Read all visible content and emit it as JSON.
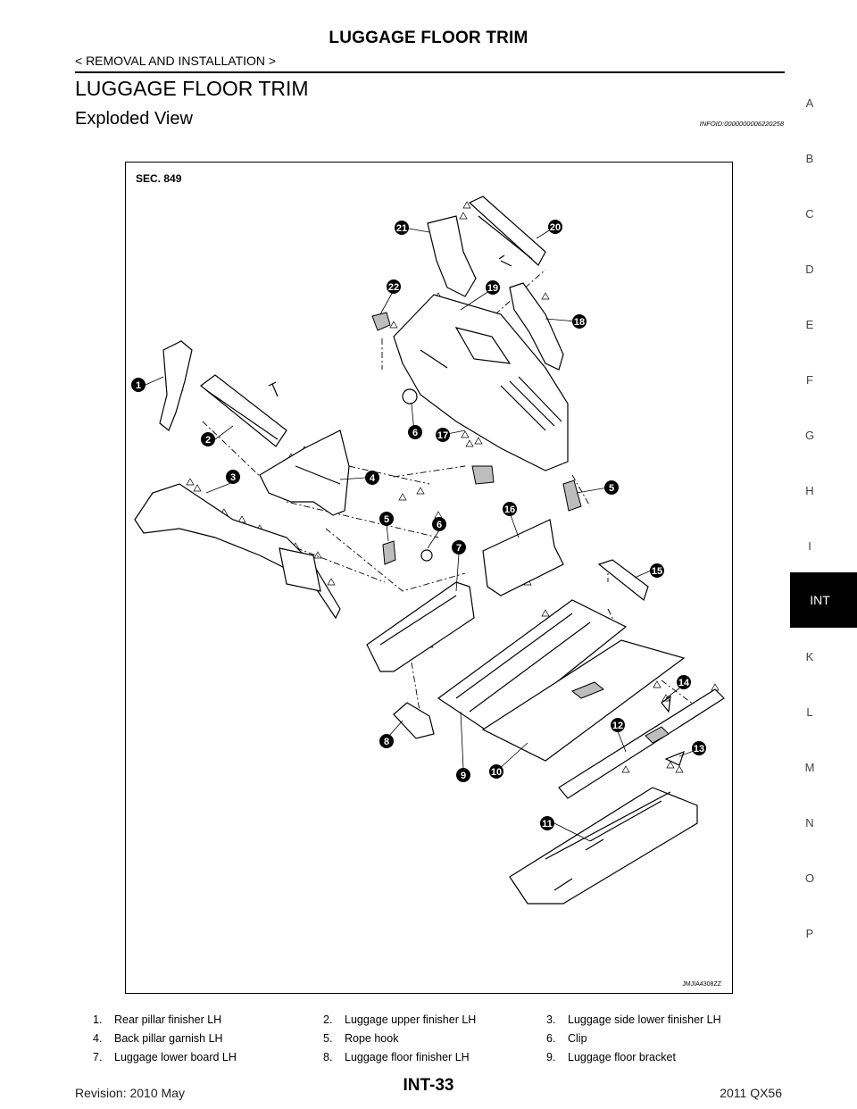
{
  "header": {
    "title": "LUGGAGE FLOOR TRIM",
    "breadcrumb": "< REMOVAL AND INSTALLATION >"
  },
  "section": {
    "title": "LUGGAGE FLOOR TRIM",
    "subtitle": "Exploded View",
    "info_id": "INFOID:0000000006220258"
  },
  "side_index": {
    "letters": [
      "A",
      "B",
      "C",
      "D",
      "E",
      "F",
      "G",
      "H",
      "I",
      "K",
      "L",
      "M",
      "N",
      "O",
      "P"
    ],
    "active_tab": "INT"
  },
  "figure": {
    "sec_label": "SEC. 849",
    "image_id": "JMJIA4308ZZ",
    "callouts": [
      "1",
      "2",
      "3",
      "4",
      "5",
      "6",
      "7",
      "8",
      "9",
      "10",
      "11",
      "12",
      "13",
      "14",
      "15",
      "16",
      "17",
      "18",
      "19",
      "20",
      "21",
      "22"
    ]
  },
  "legend": [
    {
      "num": "1.",
      "label": "Rear pillar finisher LH"
    },
    {
      "num": "2.",
      "label": "Luggage upper finisher LH"
    },
    {
      "num": "3.",
      "label": "Luggage side lower finisher LH"
    },
    {
      "num": "4.",
      "label": "Back pillar garnish LH"
    },
    {
      "num": "5.",
      "label": "Rope hook"
    },
    {
      "num": "6.",
      "label": "Clip"
    },
    {
      "num": "7.",
      "label": "Luggage lower board LH"
    },
    {
      "num": "8.",
      "label": "Luggage floor finisher LH"
    },
    {
      "num": "9.",
      "label": "Luggage floor bracket"
    }
  ],
  "footer": {
    "revision": "Revision: 2010 May",
    "page": "INT-33",
    "model": "2011 QX56"
  },
  "colors": {
    "tab_background": "#000000",
    "tab_text": "#ffffff"
  }
}
